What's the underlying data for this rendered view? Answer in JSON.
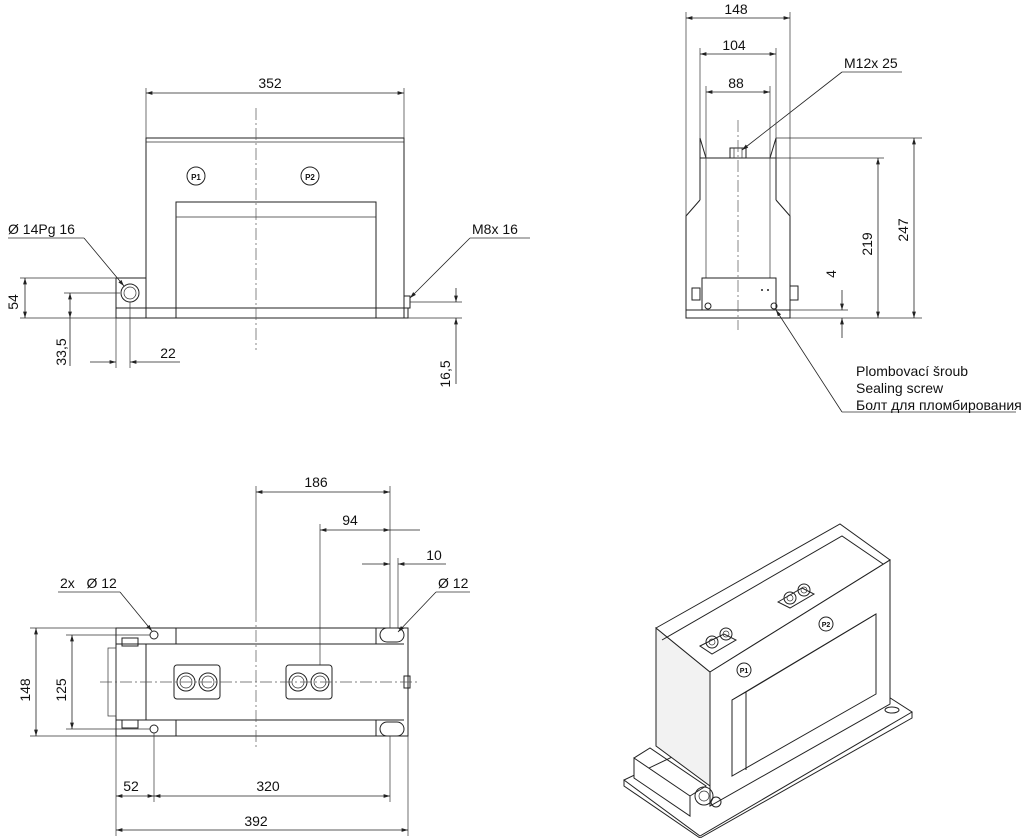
{
  "front_view": {
    "dim_width": "352",
    "dim_height_54": "54",
    "dim_33_5": "33,5",
    "dim_22": "22",
    "dim_16_5": "16,5",
    "label_gland": "Ø 14Pg 16",
    "label_bolt": "M8x 16",
    "terminal_p1": "P1",
    "terminal_p2": "P2"
  },
  "side_view": {
    "dim_148": "148",
    "dim_104": "104",
    "dim_88": "88",
    "dim_247": "247",
    "dim_219": "219",
    "dim_4": "4",
    "label_bolt": "M12x 25",
    "seal_label_cz": "Plombovací šroub",
    "seal_label_en": "Sealing screw",
    "seal_label_ru": "Болт для пломбирования"
  },
  "top_view": {
    "dim_186": "186",
    "dim_94": "94",
    "dim_10": "10",
    "label_holes": "2x   Ø 12",
    "label_hole": "Ø 12",
    "dim_148": "148",
    "dim_125": "125",
    "dim_52": "52",
    "dim_320": "320",
    "dim_392": "392"
  },
  "iso_view": {
    "terminal_p1": "P1",
    "terminal_p2": "P2"
  }
}
